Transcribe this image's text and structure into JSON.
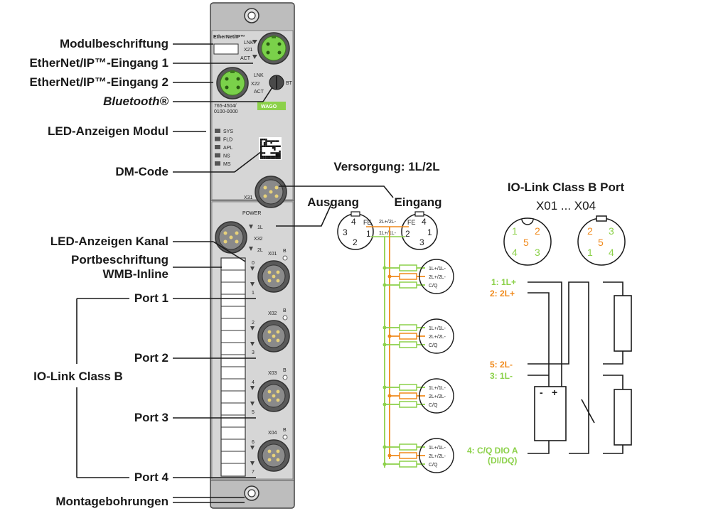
{
  "colors": {
    "green": "#8cd14a",
    "orange": "#f08a1c",
    "housing": "#bdbdbd",
    "panel": "#d9d9d9"
  },
  "left_labels": {
    "modulbeschriftung": "Modulbeschriftung",
    "eth_in1": "EtherNet/IP™-Eingang 1",
    "eth_in2": "EtherNet/IP™-Eingang 2",
    "bluetooth": "Bluetooth®",
    "led_modul": "LED-Anzeigen Modul",
    "dm_code": "DM-Code",
    "led_kanal": "LED-Anzeigen Kanal",
    "portbeschriftung_1": "Portbeschriftung",
    "portbeschriftung_2": "WMB-Inline",
    "port1": "Port 1",
    "port2": "Port 2",
    "port3": "Port 3",
    "port4": "Port 4",
    "iolink_class_b": "IO-Link Class B",
    "montagebohrungen": "Montagebohrungen"
  },
  "device": {
    "brand_tag": "EtherNet/IP™",
    "x21": "X21",
    "x22": "X22",
    "x31": "X31",
    "x32": "X32",
    "lnk": "LNK",
    "act": "ACT",
    "bt": "BT",
    "article_1": "765-4504/",
    "article_2": "0100-0000",
    "wago": "WAGO",
    "leds": [
      "SYS",
      "FLD",
      "APL",
      "NS",
      "MS"
    ],
    "power": "POWER",
    "x32_1l": "1L",
    "x32_2l": "2L",
    "ports": [
      {
        "name": "X01",
        "top": "0",
        "bottom": "1"
      },
      {
        "name": "X02",
        "top": "2",
        "bottom": "3"
      },
      {
        "name": "X03",
        "top": "4",
        "bottom": "5"
      },
      {
        "name": "X04",
        "top": "6",
        "bottom": "7"
      }
    ],
    "b": "B"
  },
  "supply": {
    "title": "Versorgung: 1L/2L",
    "ausgang": "Ausgang",
    "eingang": "Eingang",
    "left_pins": {
      "p4": "4",
      "fe": "FE",
      "p3": "3",
      "p1": "1",
      "p2": "2"
    },
    "right_pins": {
      "fe": "FE",
      "p4": "4",
      "p2": "2",
      "p1": "1",
      "p3": "3"
    },
    "mid_top": "2L+/2L-",
    "mid_bot": "1L+/1L-",
    "port_conn": [
      "1L+/1L-",
      "2L+/2L-",
      "C/Q"
    ]
  },
  "iolink": {
    "title": "IO-Link Class B Port",
    "subtitle": "X01 ... X04",
    "left_pins": {
      "p1": "1",
      "p2": "2",
      "p5": "5",
      "p4": "4",
      "p3": "3"
    },
    "right_pins": {
      "p2": "2",
      "p3": "3",
      "p5": "5",
      "p1": "1",
      "p4": "4"
    },
    "wire1": "1: 1L+",
    "wire2": "2: 2L+",
    "wire5": "5: 2L-",
    "wire3": "3: 1L-",
    "wire4a": "4: C/Q DIO A",
    "wire4b": "(DI/DQ)",
    "minus": "-",
    "plus": "+"
  }
}
